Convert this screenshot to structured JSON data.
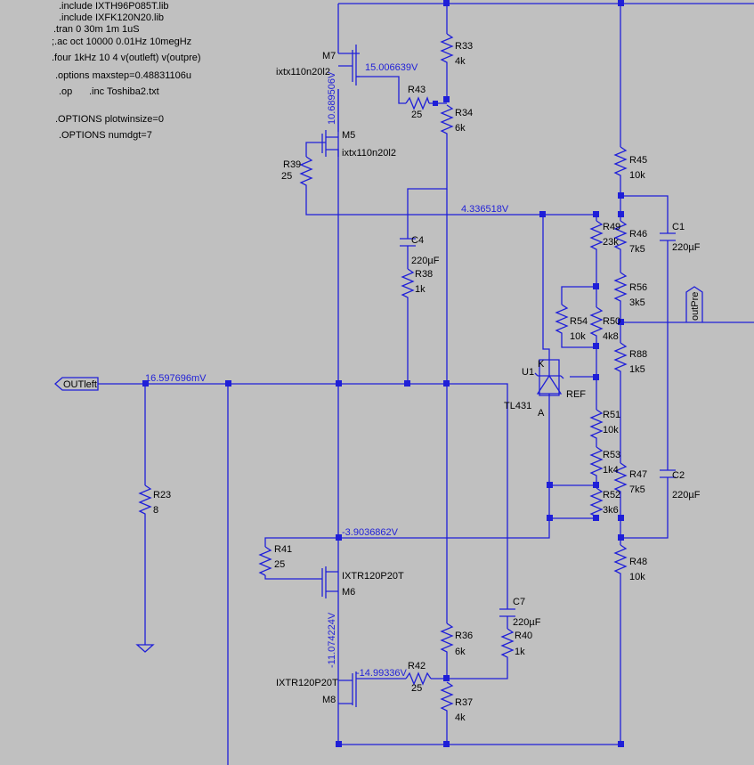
{
  "directives": [
    ".include IXTH96P085T.lib",
    ".include IXFK120N20.lib",
    ".tran 0 30m 1m 1uS",
    ";.ac oct 10000 0.01Hz 10megHz",
    ".four 1kHz 10 4 v(outleft) v(outpre)",
    ".options maxstep=0.48831106u",
    ".op",
    ".inc Toshiba2.txt",
    ".OPTIONS plotwinsize=0",
    ".OPTIONS numdgt=7"
  ],
  "voltages": {
    "m7_drain": "15.006639V",
    "m7_source": "10.689506V",
    "bias_node": "4.336518V",
    "outleft": "16.597696mV",
    "m6_gate": "-3.9036862V",
    "m6_drain": "-11.074224V",
    "m8_gate": "-14.99336V"
  },
  "ports": {
    "outleft": "OUTleft",
    "outpre": "outPre"
  },
  "components": {
    "M7": {
      "name": "M7",
      "value": "ixtx110n20l2"
    },
    "M5": {
      "name": "M5",
      "value": "ixtx110n20l2"
    },
    "M6": {
      "name": "M6",
      "value": "IXTR120P20T"
    },
    "M8": {
      "name": "M8",
      "value": "IXTR120P20T"
    },
    "R33": {
      "name": "R33",
      "value": "4k"
    },
    "R34": {
      "name": "R34",
      "value": "6k"
    },
    "R43": {
      "name": "R43",
      "value": "25"
    },
    "R39": {
      "name": "R39",
      "value": "25"
    },
    "C4": {
      "name": "C4",
      "value": "220µF"
    },
    "R38": {
      "name": "R38",
      "value": "1k"
    },
    "R45": {
      "name": "R45",
      "value": "10k"
    },
    "R49": {
      "name": "R49",
      "value": "23k"
    },
    "R46": {
      "name": "R46",
      "value": "7k5"
    },
    "C1": {
      "name": "C1",
      "value": "220µF"
    },
    "R56": {
      "name": "R56",
      "value": "3k5"
    },
    "R54": {
      "name": "R54",
      "value": "10k"
    },
    "R50": {
      "name": "R50",
      "value": "4k8"
    },
    "R88": {
      "name": "R88",
      "value": "1k5"
    },
    "U1": {
      "name": "U1",
      "value": "TL431",
      "pin_k": "K",
      "pin_a": "A",
      "pin_ref": "REF"
    },
    "R51": {
      "name": "R51",
      "value": "10k"
    },
    "R53": {
      "name": "R53",
      "value": "1k4"
    },
    "R47": {
      "name": "R47",
      "value": "7k5"
    },
    "C2": {
      "name": "C2",
      "value": "220µF"
    },
    "R52": {
      "name": "R52",
      "value": "3k6"
    },
    "R48": {
      "name": "R48",
      "value": "10k"
    },
    "R23": {
      "name": "R23",
      "value": "8"
    },
    "R41": {
      "name": "R41",
      "value": "25"
    },
    "C7": {
      "name": "C7",
      "value": "220µF"
    },
    "R36": {
      "name": "R36",
      "value": "6k"
    },
    "R40": {
      "name": "R40",
      "value": "1k"
    },
    "R42": {
      "name": "R42",
      "value": "25"
    },
    "R37": {
      "name": "R37",
      "value": "4k"
    }
  },
  "colors": {
    "background": "#c0c0c0",
    "wire": "#1f1fd8",
    "text": "#000000"
  }
}
